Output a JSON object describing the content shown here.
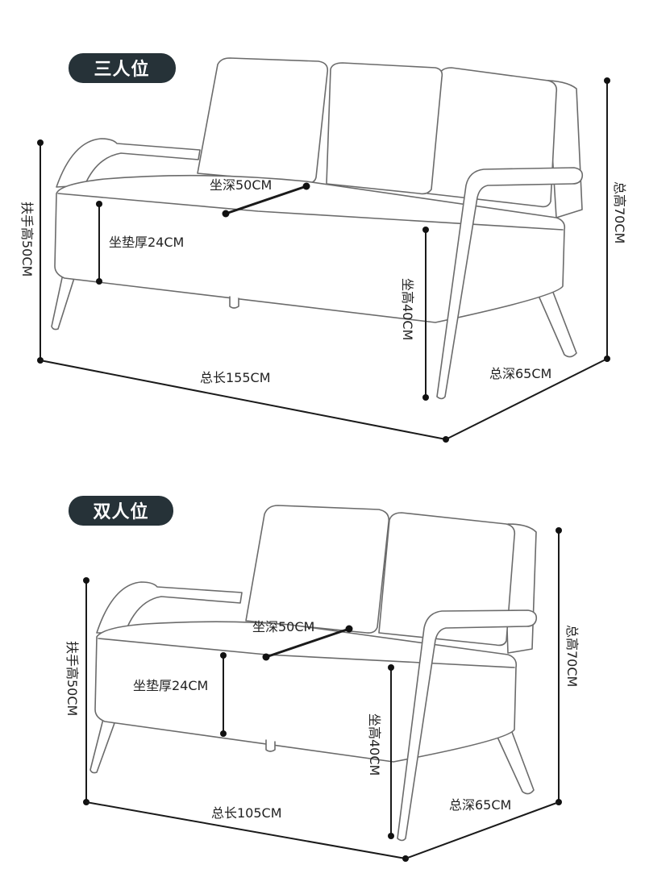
{
  "three_seater": {
    "badge": "三人位",
    "armrest_height": "扶手高50CM",
    "cushion_thickness": "坐垫厚24CM",
    "seat_depth": "坐深50CM",
    "seat_height": "坐高40CM",
    "total_height": "总高70CM",
    "total_length": "总长155CM",
    "total_depth": "总深65CM"
  },
  "two_seater": {
    "badge": "双人位",
    "armrest_height": "扶手高50CM",
    "cushion_thickness": "坐垫厚24CM",
    "seat_depth": "坐深50CM",
    "seat_height": "坐高40CM",
    "total_height": "总高70CM",
    "total_length": "总长105CM",
    "total_depth": "总深65CM"
  }
}
